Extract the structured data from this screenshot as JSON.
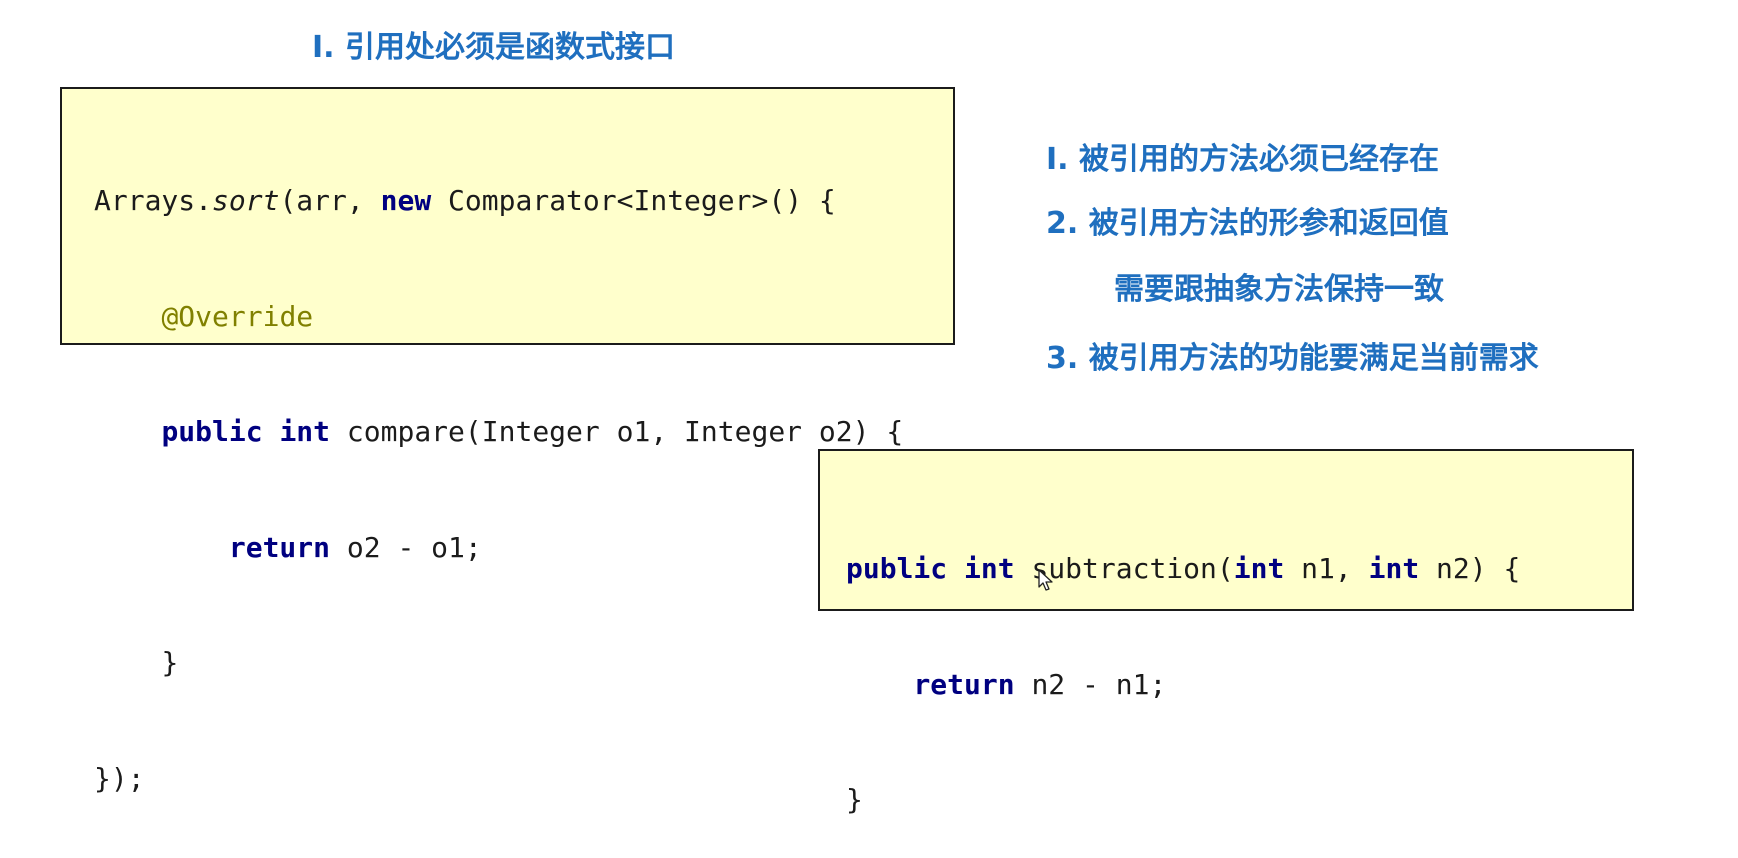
{
  "heading": "Ⅰ. 引用处必须是函数式接口",
  "code_block_1": [
    "Arrays.",
    "sort",
    "(arr, ",
    "new",
    " Comparator<Integer>() {",
    "@Override",
    "public",
    " ",
    "int",
    " compare(Integer o1, Integer o2) {",
    "return",
    " o2 - o1;",
    "}",
    "});"
  ],
  "rules": {
    "r1": "Ⅰ. 被引用的方法必须已经存在",
    "r2a": "2. 被引用方法的形参和返回值",
    "r2b": "需要跟抽象方法保持一致",
    "r3": "3. 被引用方法的功能要满足当前需求"
  },
  "code_block_2": [
    "public",
    " ",
    "int",
    " subtraction(",
    "int",
    " n1, ",
    "int",
    " n2) {",
    "return",
    " n2 - n1;",
    "}"
  ]
}
